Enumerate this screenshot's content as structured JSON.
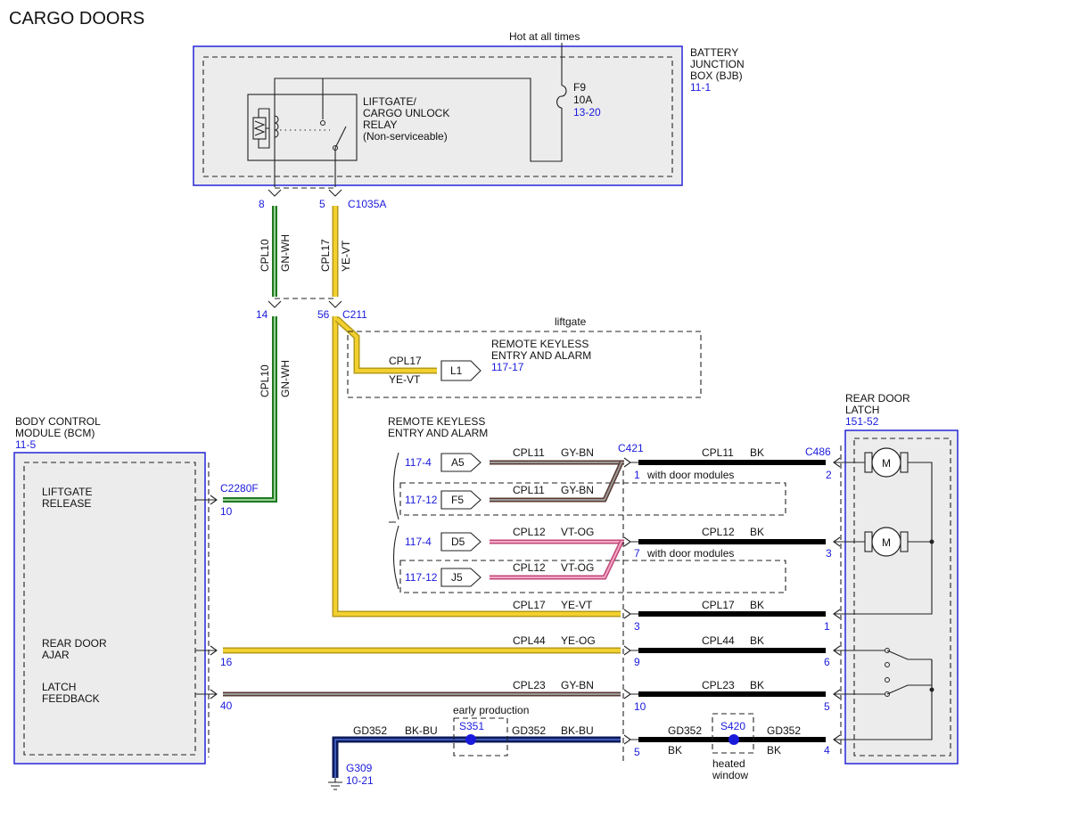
{
  "title": "CARGO DOORS",
  "hot_label": "Hot at all times",
  "bjb": {
    "name_lines": [
      "BATTERY",
      "JUNCTION",
      "BOX (BJB)"
    ],
    "ref": "11-1",
    "fuse": "F9",
    "fuse_rating": "10A",
    "fuse_ref": "13-20",
    "relay_lines": [
      "LIFTGATE/",
      "CARGO UNLOCK",
      "RELAY",
      "(Non-serviceable)"
    ]
  },
  "connectors": {
    "c1035a": "C1035A",
    "c211": "C211",
    "c2280f": "C2280F",
    "c421": "C421",
    "c486": "C486",
    "pin_8": "8",
    "pin_5": "5",
    "pin_14": "14",
    "pin_56": "56",
    "pin_10": "10",
    "pin_16": "16",
    "pin_40": "40"
  },
  "wires_vertical": {
    "cpl10": "CPL10",
    "gnwh": "GN-WH",
    "cpl17": "CPL17",
    "yevt": "YE-VT"
  },
  "liftgate": {
    "label": "liftgate",
    "rke_lines": [
      "REMOTE KEYLESS",
      "ENTRY AND ALARM"
    ],
    "rke_ref": "117-17",
    "circuit": "CPL17",
    "color": "YE-VT",
    "pin": "L1"
  },
  "rke": {
    "lines": [
      "REMOTE KEYLESS",
      "ENTRY AND ALARM"
    ],
    "rows": [
      {
        "ref": "117-4",
        "pin": "A5",
        "circuit": "CPL11",
        "color": "GY-BN"
      },
      {
        "ref": "117-12",
        "pin": "F5",
        "circuit": "CPL11",
        "color": "GY-BN"
      },
      {
        "ref": "117-4",
        "pin": "D5",
        "circuit": "CPL12",
        "color": "VT-OG"
      },
      {
        "ref": "117-12",
        "pin": "J5",
        "circuit": "CPL12",
        "color": "VT-OG"
      }
    ]
  },
  "bcm": {
    "name_lines": [
      "BODY CONTROL",
      "MODULE (BCM)"
    ],
    "ref": "11-5",
    "liftgate_release": [
      "LIFTGATE",
      "RELEASE"
    ],
    "rear_door_ajar": [
      "REAR DOOR",
      "AJAR"
    ],
    "latch_feedback": [
      "LATCH",
      "FEEDBACK"
    ]
  },
  "right_circuits": [
    {
      "left_circuit": "CPL11",
      "left_color": "",
      "c421_pin": "1",
      "note": "with door modules",
      "right_circuit": "CPL11",
      "right_color": "BK",
      "c486_pin": "2"
    },
    {
      "left_circuit": "CPL12",
      "left_color": "",
      "c421_pin": "7",
      "note": "with door modules",
      "right_circuit": "CPL12",
      "right_color": "BK",
      "c486_pin": "3"
    },
    {
      "left_circuit": "CPL17",
      "left_color": "YE-VT",
      "c421_pin": "3",
      "note": "",
      "right_circuit": "CPL17",
      "right_color": "BK",
      "c486_pin": "1"
    },
    {
      "left_circuit": "CPL44",
      "left_color": "YE-OG",
      "c421_pin": "9",
      "note": "",
      "right_circuit": "CPL44",
      "right_color": "BK",
      "c486_pin": "6"
    },
    {
      "left_circuit": "CPL23",
      "left_color": "GY-BN",
      "c421_pin": "10",
      "note": "",
      "right_circuit": "CPL23",
      "right_color": "BK",
      "c486_pin": "5"
    }
  ],
  "ground": {
    "circuit": "GD352",
    "color": "BK-BU",
    "splice1": "S351",
    "splice1_note": "early production",
    "circuit2": "GD352",
    "color2": "BK-BU",
    "c421_pin": "5",
    "circuit3": "GD352",
    "color3": "BK",
    "splice2": "S420",
    "splice2_note_lines": [
      "heated",
      "window"
    ],
    "circuit4": "GD352",
    "color4": "BK",
    "c486_pin": "4",
    "ground_point": "G309",
    "ground_ref": "10-21"
  },
  "rear_latch": {
    "name_lines": [
      "REAR DOOR",
      "LATCH"
    ],
    "ref": "151-52",
    "motor_label": "M"
  },
  "colors": {
    "blue_ref": "#1a1adc",
    "gn_wh": "#1f7a1f",
    "ye_vt": "#f2d02e",
    "gy_bn": "#8a5a4a",
    "vt_og": "#e67aa8",
    "bk": "#000000",
    "bk_bu": "#0c1a5a"
  }
}
